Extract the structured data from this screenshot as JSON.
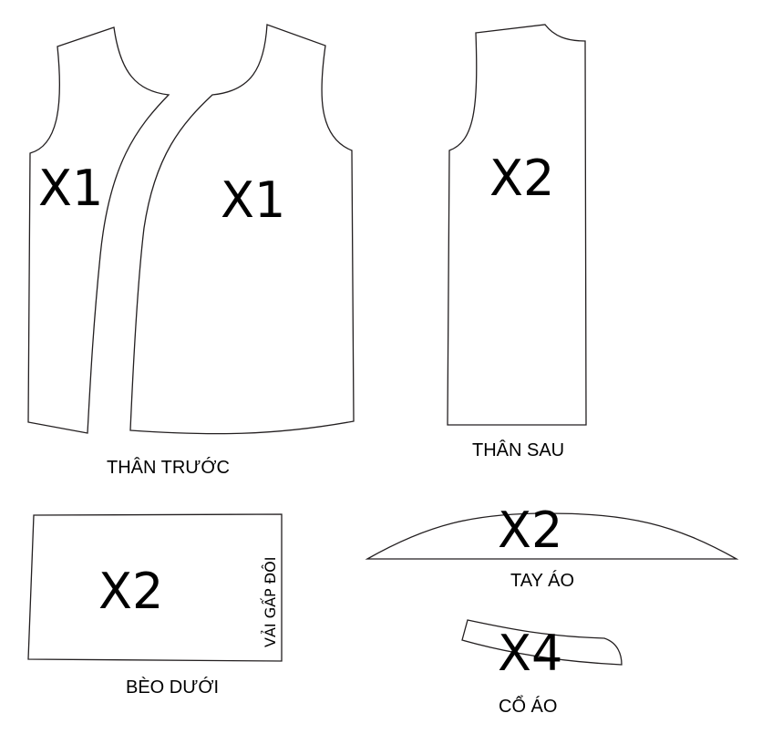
{
  "pieces": {
    "than_truoc": {
      "label": "THÂN TRƯỚC",
      "left_qty": "X1",
      "right_qty": "X1"
    },
    "than_sau": {
      "label": "THÂN SAU",
      "qty": "X2"
    },
    "beo_duoi": {
      "label": "BÈO DƯỚI",
      "qty": "X2",
      "fold_note": "VẢI GẤP ĐÔI"
    },
    "tay_ao": {
      "label": "TAY ÁO",
      "qty": "X2"
    },
    "co_ao": {
      "label": "CỔ ÁO",
      "qty": "X4"
    }
  },
  "colors": {
    "outline": "#231f20",
    "text": "#000000"
  }
}
